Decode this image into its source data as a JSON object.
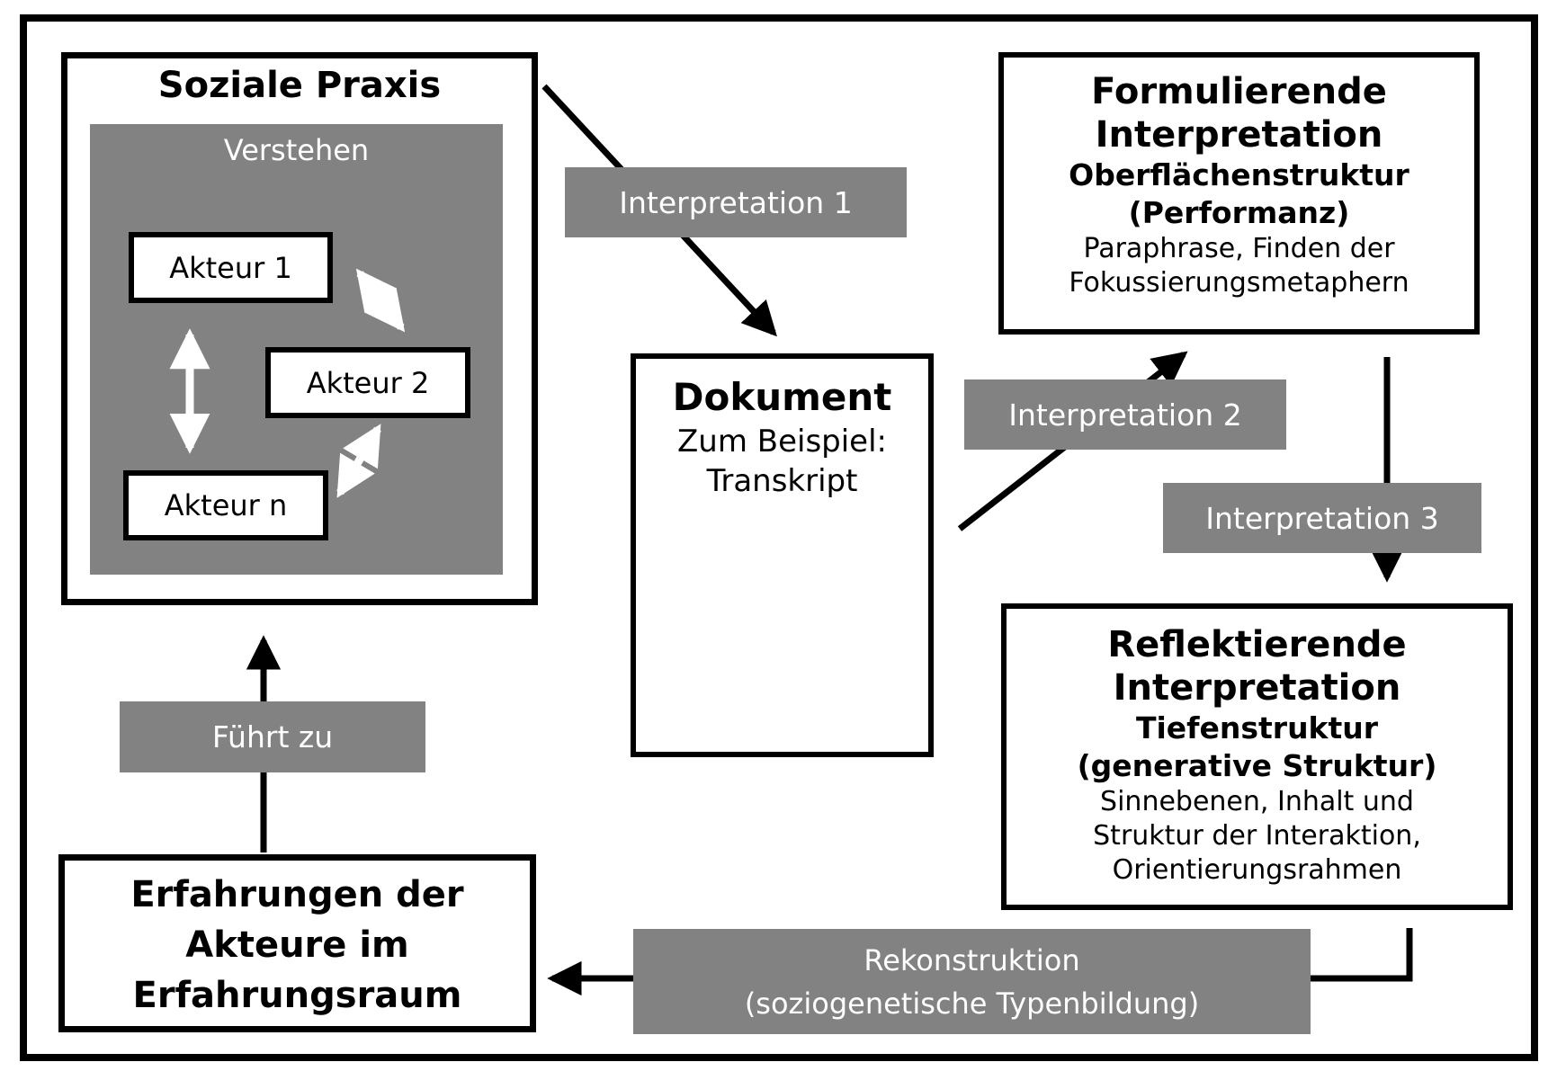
{
  "colors": {
    "gray": "#828282",
    "black": "#000000",
    "white": "#ffffff"
  },
  "soziale_praxis": {
    "title": "Soziale Praxis",
    "verstehen_label": "Verstehen",
    "akteure": [
      "Akteur 1",
      "Akteur 2",
      "Akteur n"
    ]
  },
  "labels": {
    "interpretation_1": "Interpretation 1",
    "interpretation_2": "Interpretation 2",
    "interpretation_3": "Interpretation 3",
    "fuehrt_zu": "Führt zu",
    "rekonstruktion_lines": [
      "Rekonstruktion",
      "(soziogenetische Typenbildung)"
    ]
  },
  "dokument": {
    "title": "Dokument",
    "subtitle_lines": [
      "Zum Beispiel:",
      "Transkript"
    ]
  },
  "formulierende": {
    "title_lines": [
      "Formulierende",
      "Interpretation"
    ],
    "bold_lines": [
      "Oberflächenstruktur",
      "(Performanz)"
    ],
    "body_lines": [
      "Paraphrase, Finden der",
      "Fokussierungsmetaphern"
    ]
  },
  "reflektierende": {
    "title_lines": [
      "Reflektierende",
      "Interpretation"
    ],
    "bold_lines": [
      "Tiefenstruktur",
      "(generative Struktur)"
    ],
    "body_lines": [
      "Sinnebenen, Inhalt und",
      "Struktur der Interaktion,",
      "Orientierungsrahmen"
    ]
  },
  "erfahrungen": {
    "lines": [
      "Erfahrungen der",
      "Akteure im",
      "Erfahrungsraum"
    ]
  }
}
